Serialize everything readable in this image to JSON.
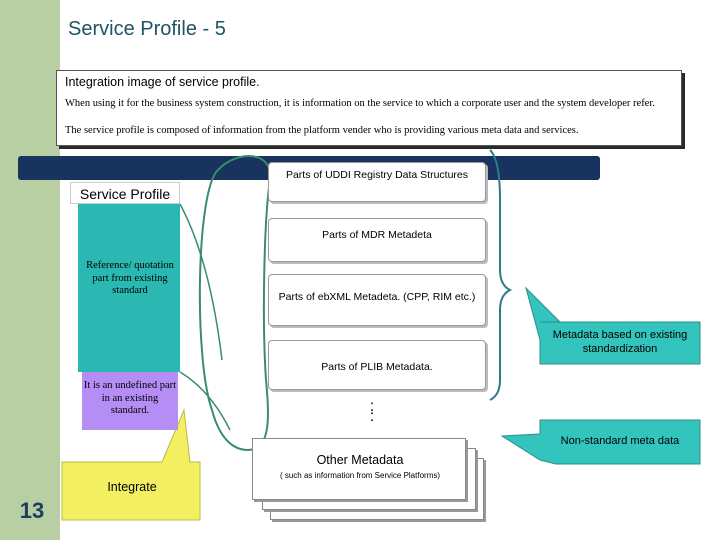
{
  "slide": {
    "title": "Service Profile - 5",
    "number": "13"
  },
  "intro": {
    "heading": "Integration image of service profile.",
    "line1": "When using it for the business system construction, it is information on the service to which a corporate user and the system developer refer.",
    "line2": "The service profile is composed of information from the platform vender who is providing various meta data and services."
  },
  "service_profile": {
    "label": "Service Profile",
    "reference_part": "Reference/ quotation part from existing standard",
    "undefined_part": "It is an undefined part in an existing standard."
  },
  "parts": {
    "uddi": "Parts of UDDI Registry Data Structures",
    "mdr": "Parts of MDR Metadeta",
    "ebxml": "Parts of ebXML Metadeta. (CPP, RIM etc.)",
    "plib": "Parts of PLIB Metadata.",
    "ellipsis": ":\n:"
  },
  "other_metadata": {
    "title": "Other Metadata",
    "note": "( such as information from Service Platforms)"
  },
  "callouts": {
    "standard": "Metadata based on existing standardization",
    "nonstandard": "Non-standard meta data",
    "integrate": "Integrate"
  },
  "colors": {
    "sidebar": "#b7cfa2",
    "title": "#1e5466",
    "band": "#17335e",
    "teal": "#2bb8b2",
    "purple": "#b48ef5",
    "callout_teal": "#33c4bd",
    "callout_yellow": "#f2ef63"
  }
}
